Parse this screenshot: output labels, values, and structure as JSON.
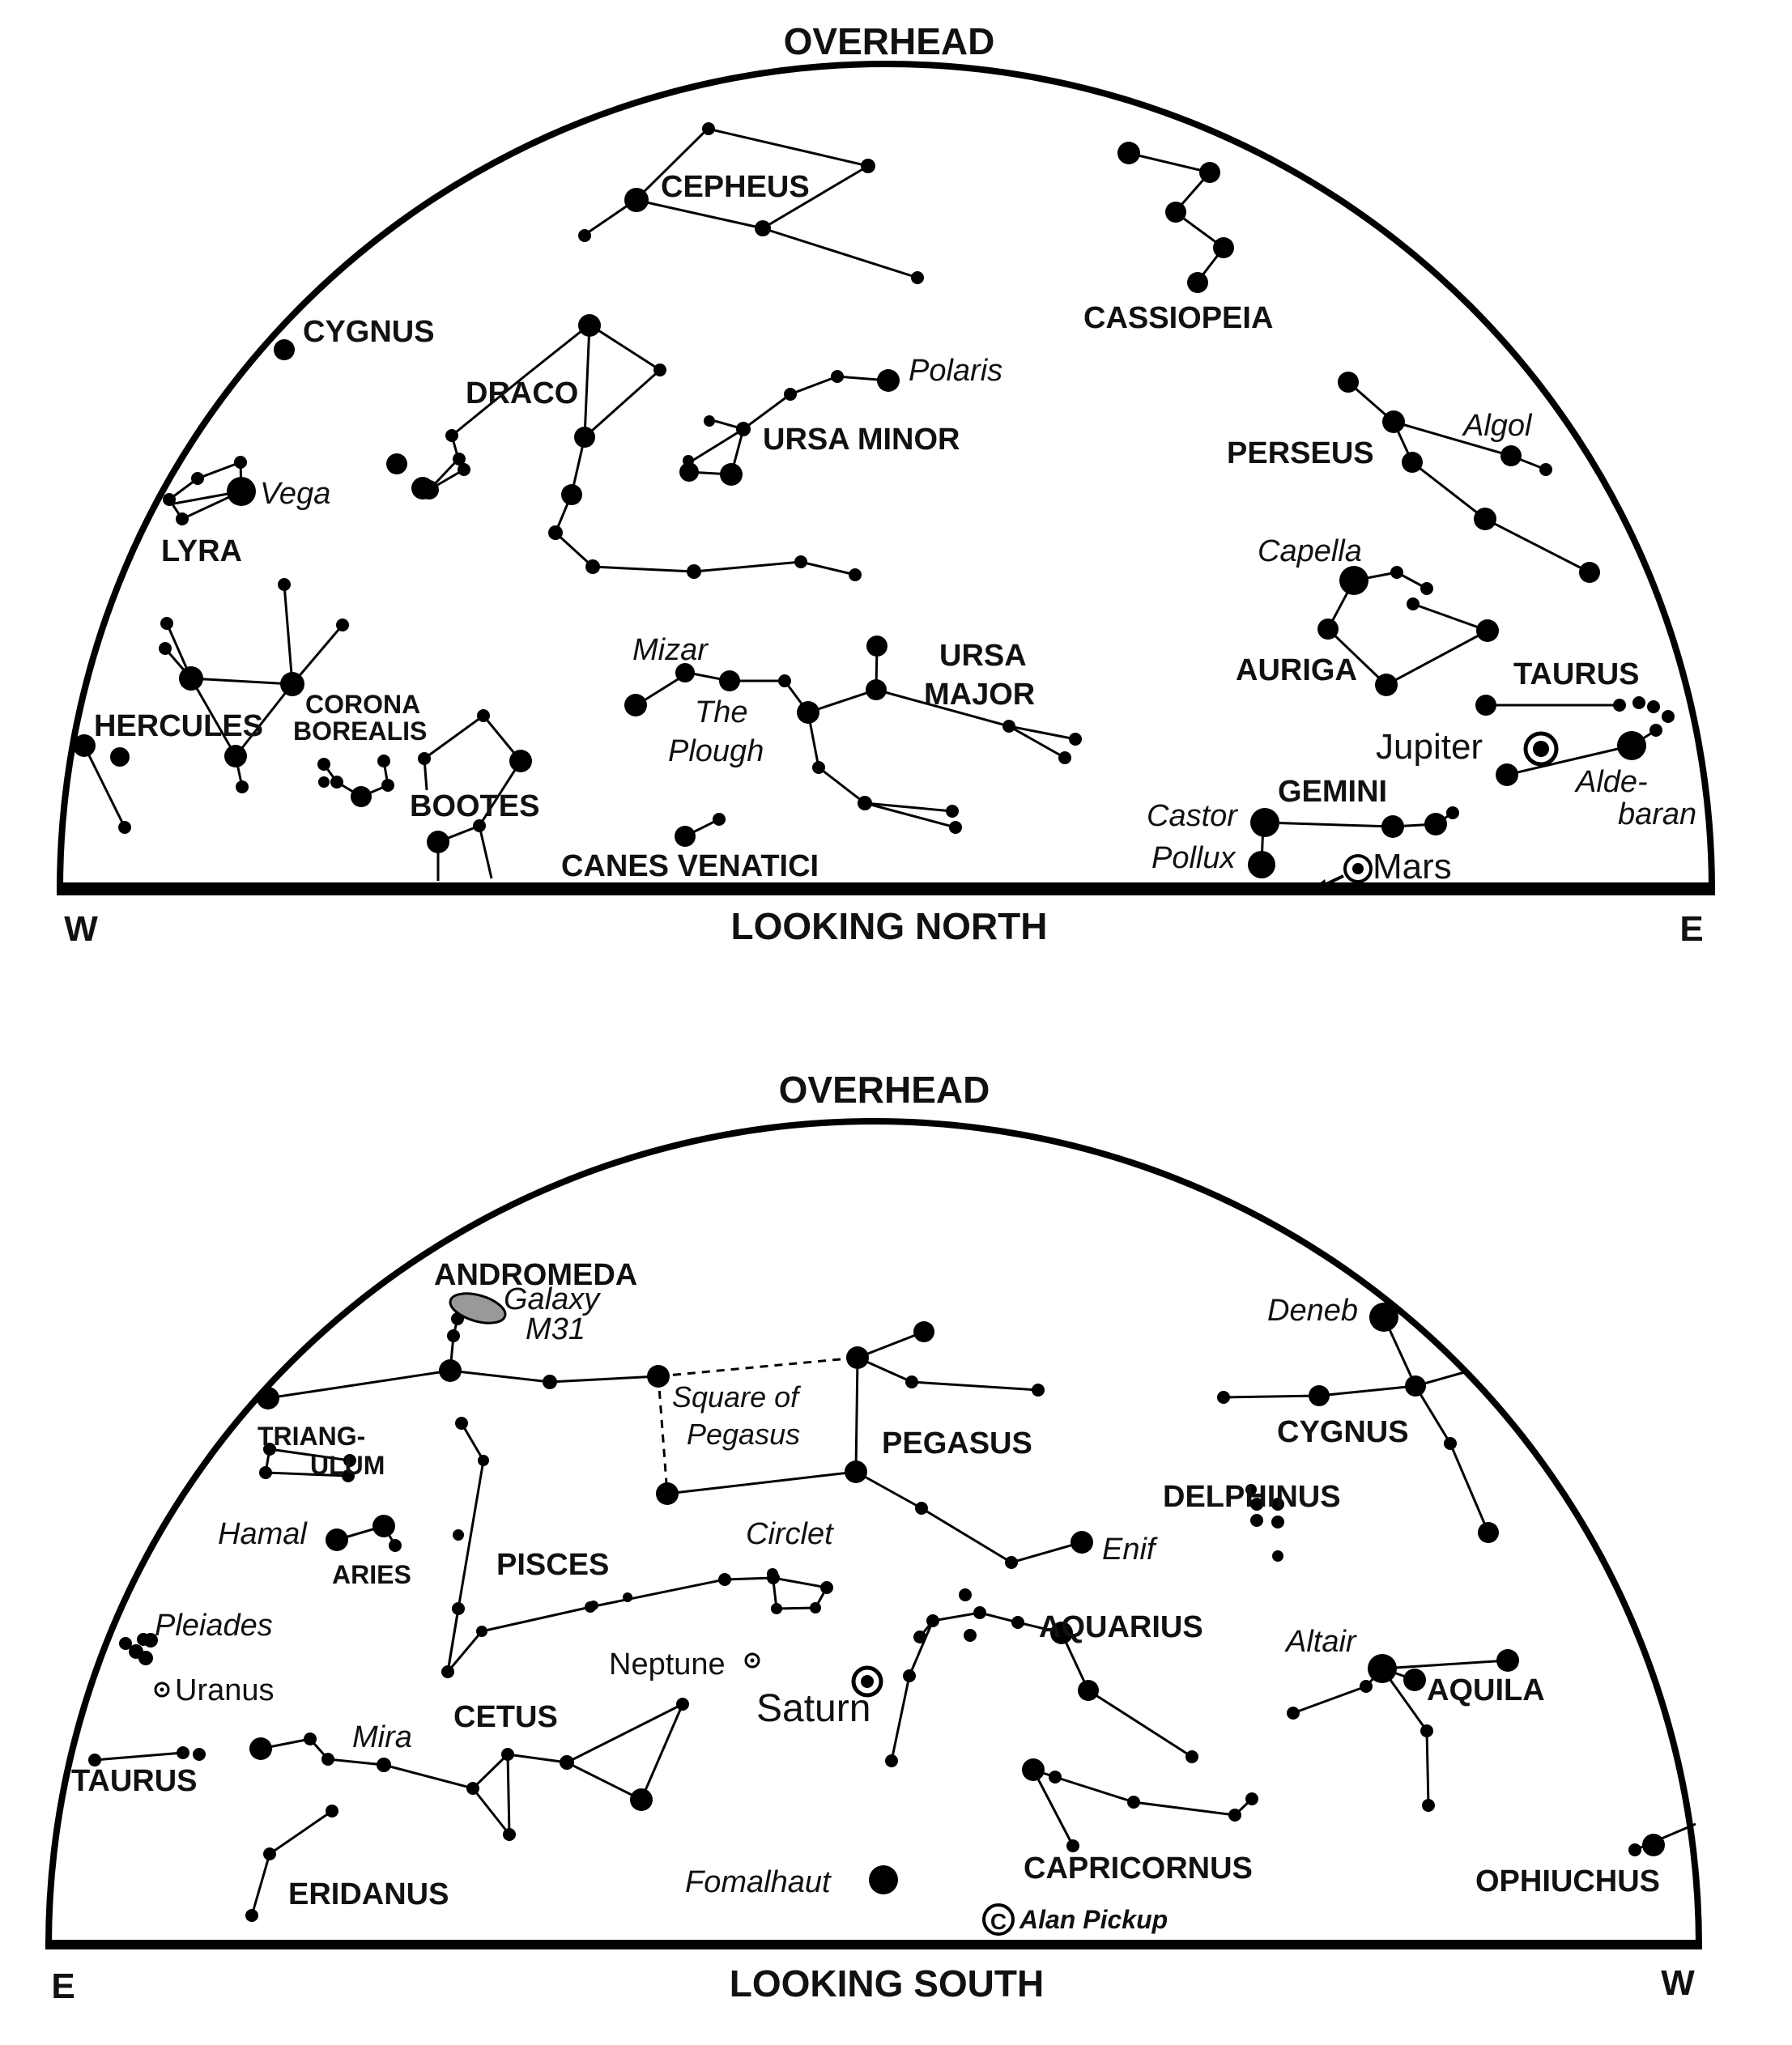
{
  "north": {
    "overhead": "OVERHEAD",
    "looking": "LOOKING NORTH",
    "left_dir": "W",
    "right_dir": "E",
    "constellations": [
      "CEPHEUS",
      "CASSIOPEIA",
      "CYGNUS",
      "DRACO",
      "URSA MINOR",
      "PERSEUS",
      "LYRA",
      "HERCULES",
      "CORONA",
      "BOREALIS",
      "BOOTES",
      "URSA",
      "MAJOR",
      "CANES VENATICI",
      "AURIGA",
      "TAURUS",
      "GEMINI"
    ],
    "stars": [
      "Polaris",
      "Algol",
      "Vega",
      "Capella",
      "Mizar",
      "The",
      "Plough",
      "Castor",
      "Pollux",
      "Alde-",
      "baran"
    ],
    "planets": [
      "Jupiter",
      "Mars"
    ]
  },
  "south": {
    "overhead": "OVERHEAD",
    "looking": "LOOKING SOUTH",
    "left_dir": "E",
    "right_dir": "W",
    "constellations": [
      "ANDROMEDA",
      "TRIANG-",
      "ULUM",
      "PEGASUS",
      "CYGNUS",
      "DELPHINUS",
      "ARIES",
      "PISCES",
      "AQUARIUS",
      "AQUILA",
      "TAURUS",
      "CETUS",
      "CAPRICORNUS",
      "OPHIUCHUS",
      "ERIDANUS"
    ],
    "stars": [
      "Galaxy",
      "M31",
      "Square of",
      "Pegasus",
      "Deneb",
      "Hamal",
      "Circlet",
      "Enif",
      "Pleiades",
      "Altair",
      "Mira",
      "Fomalhaut"
    ],
    "planets": [
      "Uranus",
      "Neptune",
      "Saturn"
    ],
    "credit": "Alan Pickup"
  }
}
